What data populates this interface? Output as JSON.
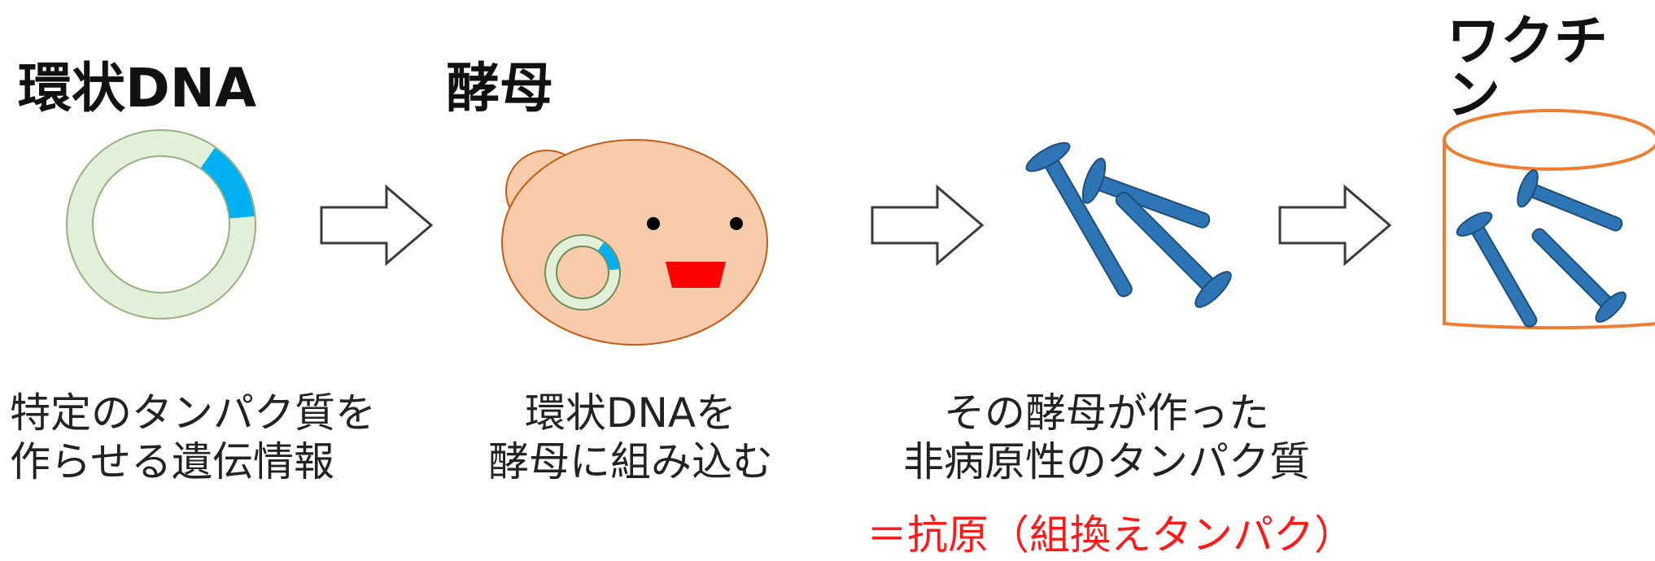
{
  "titles": {
    "dna": "環状DNA",
    "yeast": "酵母",
    "vaccine": "ワクチン"
  },
  "captions": {
    "dna": [
      "特定のタンパク質を",
      "作らせる遺伝情報"
    ],
    "yeast": [
      "環状DNAを",
      "酵母に組み込む"
    ],
    "protein": [
      "その酵母が作った",
      "非病原性のタンパク質"
    ],
    "antigen": "＝抗原（組換えタンパク）"
  },
  "colors": {
    "ring_fill": "#e2efd9",
    "ring_segment": "#00b0f0",
    "yeast_body": "#f8cbad",
    "yeast_outline": "#c55a11",
    "mouth": "#ff0000",
    "protein": "#2e75b6",
    "protein_outline": "#1f4e79",
    "cylinder": "#ed7d31",
    "antigen_text": "#ff1a1a"
  },
  "icons": [
    "circular-dna-icon",
    "arrow-right-icon",
    "yeast-cell-icon",
    "protein-molecule-icon",
    "vaccine-container-icon"
  ]
}
